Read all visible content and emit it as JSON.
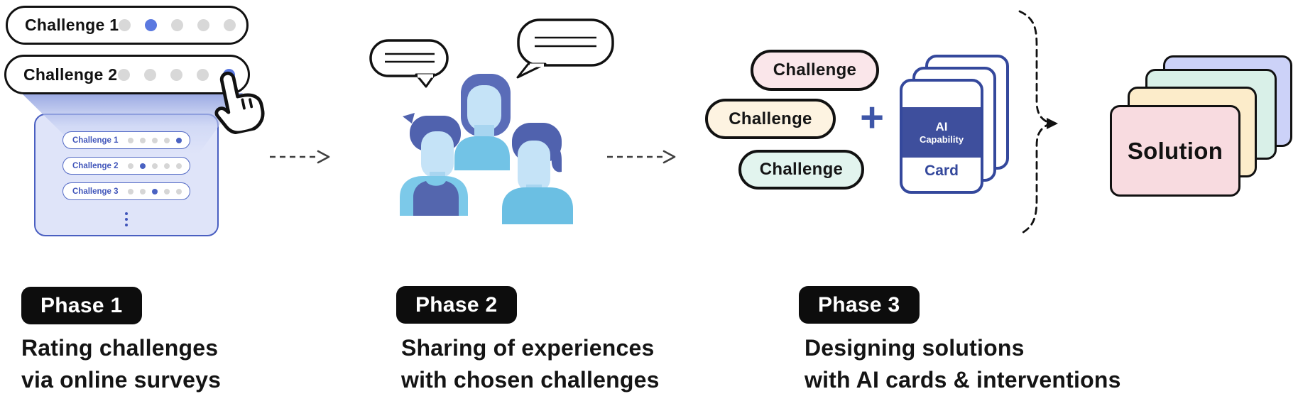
{
  "phase1": {
    "badge": "Phase 1",
    "caption_line1": "Rating challenges",
    "caption_line2": "via online surveys",
    "survey_pills": [
      {
        "label": "Challenge 1",
        "rating": {
          "count": 5,
          "selected": 2
        }
      },
      {
        "label": "Challenge 2",
        "rating": {
          "count": 5,
          "selected": 5
        }
      }
    ],
    "panel_pills": [
      {
        "label": "Challenge 1",
        "rating": {
          "count": 5,
          "selected": 5
        }
      },
      {
        "label": "Challenge 2",
        "rating": {
          "count": 5,
          "selected": 2
        }
      },
      {
        "label": "Challenge 3",
        "rating": {
          "count": 5,
          "selected": 3
        }
      }
    ]
  },
  "phase2": {
    "badge": "Phase 2",
    "caption_line1": "Sharing of experiences",
    "caption_line2": "with chosen challenges"
  },
  "phase3": {
    "badge": "Phase 3",
    "caption_line1": "Designing solutions",
    "caption_line2": "with AI cards & interventions",
    "challenge_pills": [
      {
        "label": "Challenge",
        "color": "#fae6ea"
      },
      {
        "label": "Challenge",
        "color": "#fdf3e1"
      },
      {
        "label": "Challenge",
        "color": "#e2f4ee"
      }
    ],
    "plus_sign": "+",
    "ai_card": {
      "line1": "AI",
      "line2": "Capability",
      "line3": "Card"
    }
  },
  "result": {
    "solution_label": "Solution",
    "card_colors": [
      "#ccd2f8",
      "#d9f0e8",
      "#fcecca",
      "#f8dbe0"
    ]
  },
  "icons": {
    "dashed-arrow-icon": "dashed line with right chevron",
    "cursor-hand-icon": "pointing hand clicking rating dot",
    "speech-bubble-icon": "outlined speech bubble with text lines",
    "people-illustration": "three people talking",
    "dashed-brace-icon": "dashed curly brace with right arrow"
  },
  "colors": {
    "accent_blue": "#5b79e0",
    "indigo": "#4a5fc1",
    "card_indigo": "#34489c",
    "band_indigo": "#3e4f9d",
    "panel_bg": "#dfe4f9",
    "badge_bg": "#0d0d0d"
  }
}
